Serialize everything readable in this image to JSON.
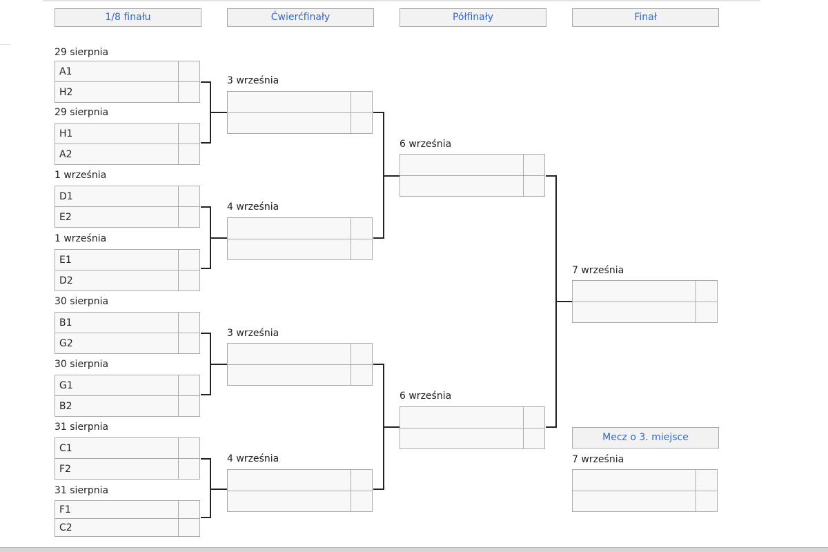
{
  "headers": {
    "round_of_16": "1/8 finału",
    "quarterfinals": "Ćwierćfinały",
    "semifinals": "Półfinały",
    "final": "Finał",
    "third_place": "Mecz o 3. miejsce"
  },
  "side_link": "i",
  "round_of_16": [
    {
      "date": "29 sierpnia",
      "team1": "A1",
      "team2": "H2",
      "score1": "",
      "score2": ""
    },
    {
      "date": "29 sierpnia",
      "team1": "H1",
      "team2": "A2",
      "score1": "",
      "score2": ""
    },
    {
      "date": "1 września",
      "team1": "D1",
      "team2": "E2",
      "score1": "",
      "score2": ""
    },
    {
      "date": "1 września",
      "team1": "E1",
      "team2": "D2",
      "score1": "",
      "score2": ""
    },
    {
      "date": "30 sierpnia",
      "team1": "B1",
      "team2": "G2",
      "score1": "",
      "score2": ""
    },
    {
      "date": "30 sierpnia",
      "team1": "G1",
      "team2": "B2",
      "score1": "",
      "score2": ""
    },
    {
      "date": "31 sierpnia",
      "team1": "C1",
      "team2": "F2",
      "score1": "",
      "score2": ""
    },
    {
      "date": "31 sierpnia",
      "team1": "F1",
      "team2": "C2",
      "score1": "",
      "score2": ""
    }
  ],
  "quarterfinals": [
    {
      "date": "3 września",
      "team1": "",
      "team2": "",
      "score1": "",
      "score2": ""
    },
    {
      "date": "4 września",
      "team1": "",
      "team2": "",
      "score1": "",
      "score2": ""
    },
    {
      "date": "3 września",
      "team1": "",
      "team2": "",
      "score1": "",
      "score2": ""
    },
    {
      "date": "4 września",
      "team1": "",
      "team2": "",
      "score1": "",
      "score2": ""
    }
  ],
  "semifinals": [
    {
      "date": "6 września",
      "team1": "",
      "team2": "",
      "score1": "",
      "score2": ""
    },
    {
      "date": "6 września",
      "team1": "",
      "team2": "",
      "score1": "",
      "score2": ""
    }
  ],
  "final": {
    "date": "7 września",
    "team1": "",
    "team2": "",
    "score1": "",
    "score2": ""
  },
  "third_place": {
    "date": "7 września",
    "team1": "",
    "team2": "",
    "score1": "",
    "score2": ""
  }
}
